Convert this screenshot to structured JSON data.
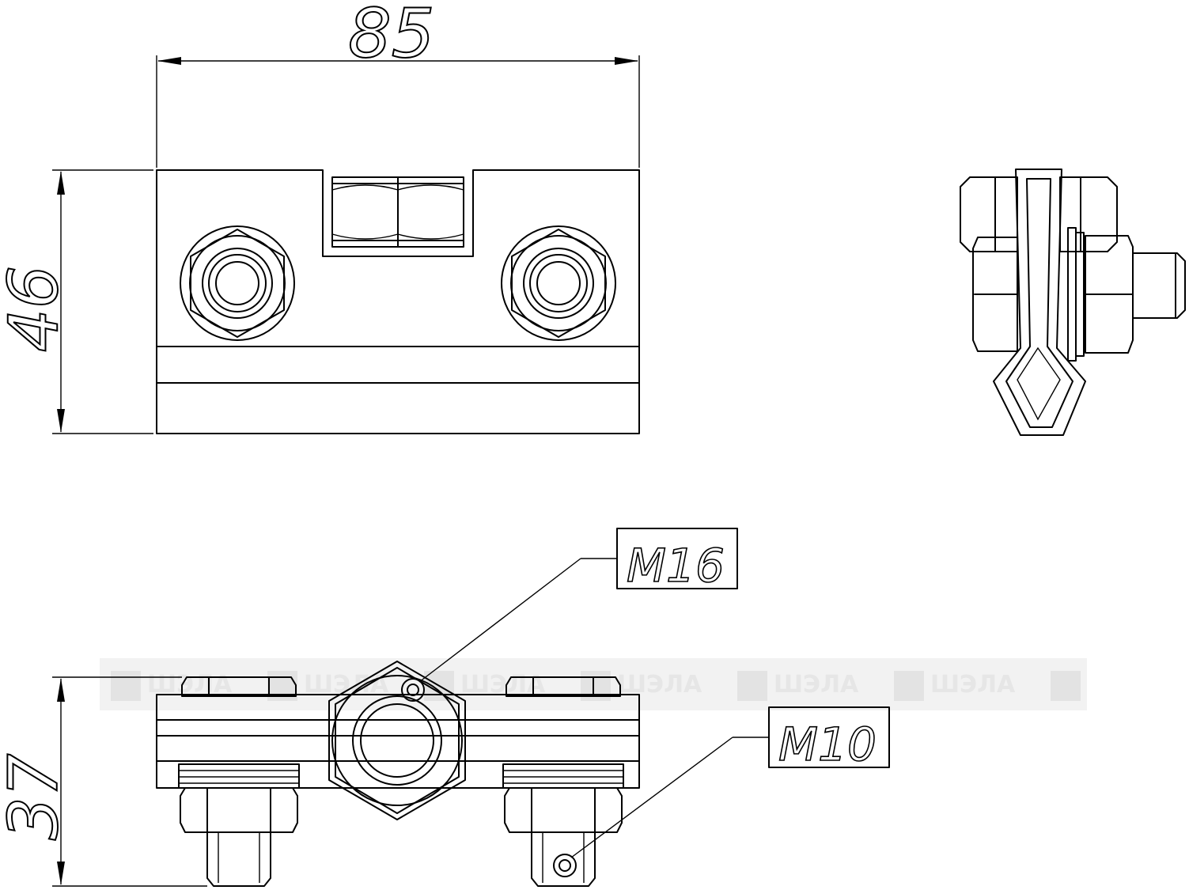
{
  "dimensions": {
    "width": "85",
    "height_top": "46",
    "height_bottom": "37"
  },
  "callouts": {
    "m16": "M16",
    "m10": "M10"
  },
  "watermark": {
    "text": "ШЭЛА",
    "repeat": [
      "ШЭЛА",
      "ШЭЛА",
      "ШЭЛА",
      "ШЭЛА",
      "ШЭЛА",
      "ШЭЛА"
    ],
    "color": "#e6e6e6"
  }
}
